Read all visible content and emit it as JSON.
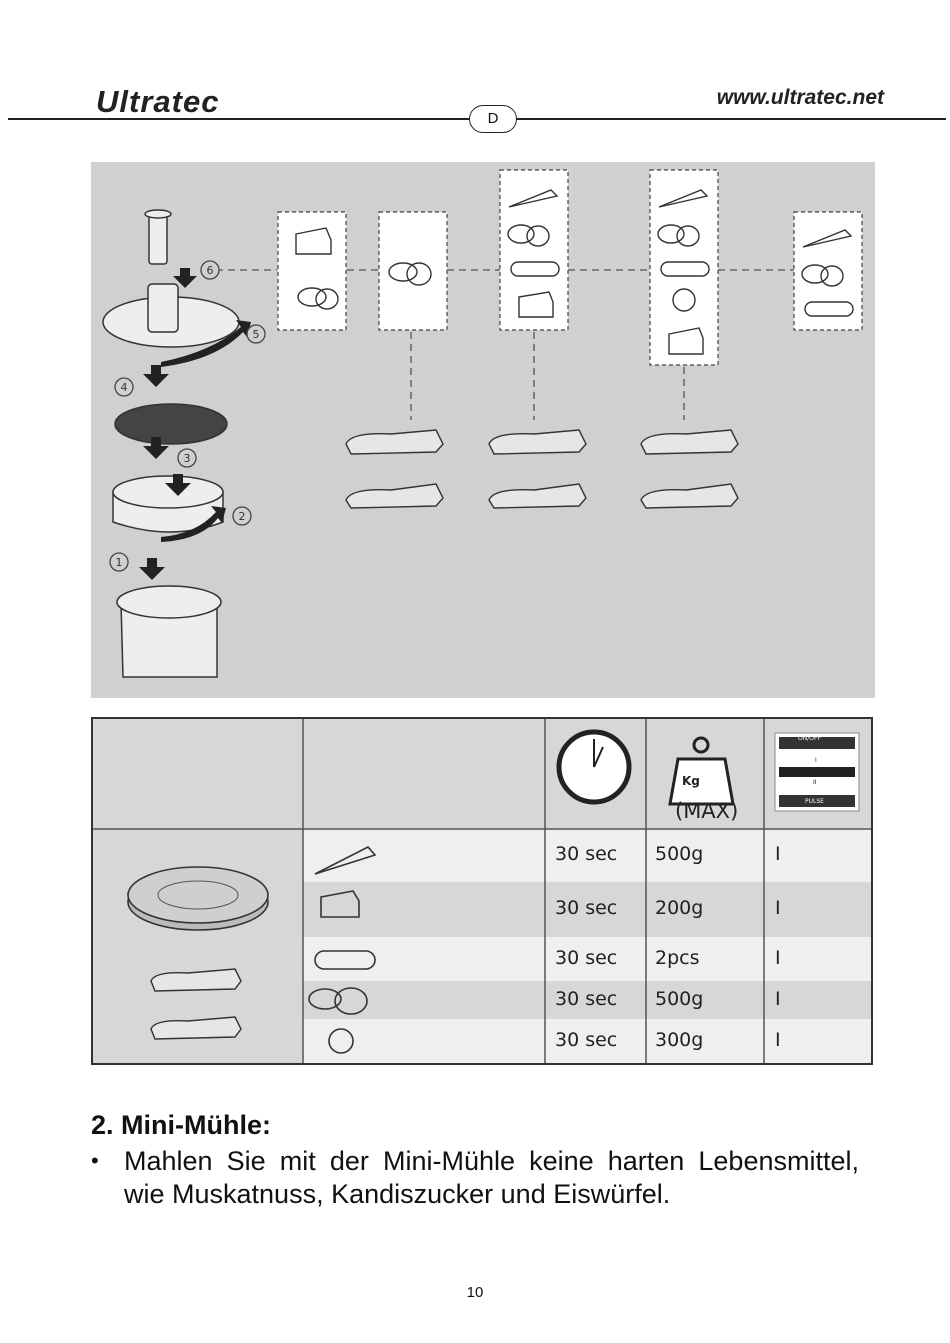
{
  "header": {
    "logo": "Ultratec",
    "url": "www.ultratec.net",
    "language_badge": "D"
  },
  "diagram": {
    "step_numbers": [
      "6",
      "5",
      "4",
      "3",
      "2",
      "1"
    ],
    "icons": [
      "cheese-icon",
      "potato-icon",
      "carrot-icon",
      "cucumber-icon",
      "onion-icon"
    ]
  },
  "table": {
    "header_max": "(MAX)",
    "weight_symbol": "Kg",
    "switch_labels": [
      "ON/OFF",
      "I",
      "II",
      "PULSE"
    ],
    "rows": [
      {
        "icon": "carrot-icon",
        "time": "30 sec",
        "amount": "500g",
        "speed": "I"
      },
      {
        "icon": "cheese-icon",
        "time": "30 sec",
        "amount": "200g",
        "speed": "I"
      },
      {
        "icon": "cucumber-icon",
        "time": "30 sec",
        "amount": "2pcs",
        "speed": "I"
      },
      {
        "icon": "potato-icon",
        "time": "30 sec",
        "amount": "500g",
        "speed": "I"
      },
      {
        "icon": "onion-icon",
        "time": "30 sec",
        "amount": "300g",
        "speed": "I"
      }
    ]
  },
  "section": {
    "title": "2. Mini-Mühle:",
    "bullet": "•",
    "text": "Mahlen Sie mit der Mini-Mühle keine harten Lebensmittel, wie Muskatnuss, Kandiszucker und Eiswürfel."
  },
  "page_number": "10"
}
